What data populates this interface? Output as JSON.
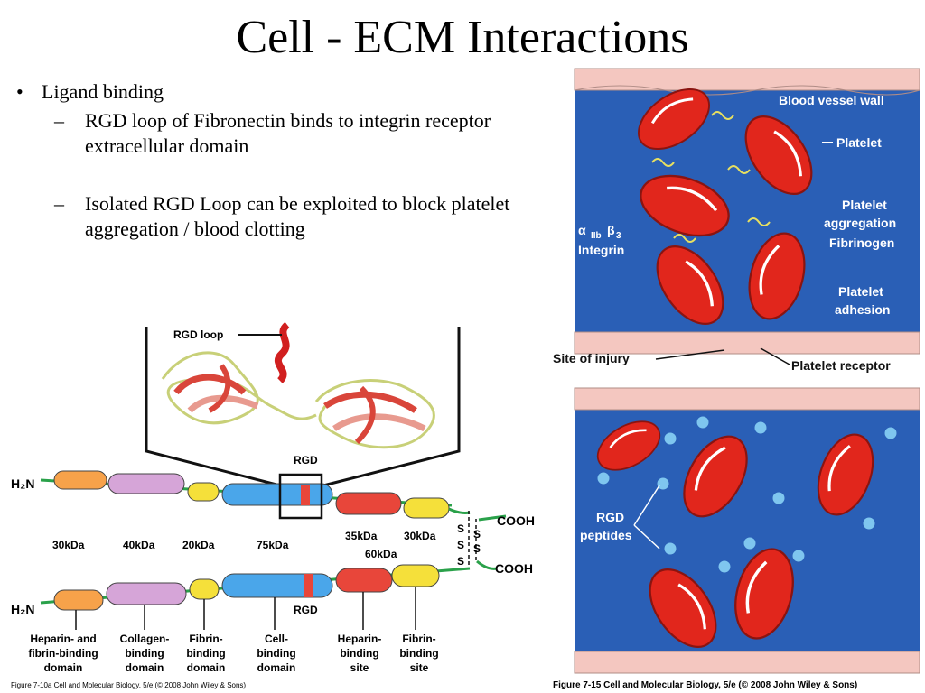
{
  "slide": {
    "title": "Cell - ECM Interactions",
    "bullets": [
      {
        "text": "Ligand binding",
        "marker": "•"
      },
      {
        "text": "RGD loop of Fibronectin binds to integrin receptor extracellular domain",
        "marker": "–"
      },
      {
        "text": "Isolated RGD Loop can be exploited to block platelet aggregation / blood clotting",
        "marker": "–"
      }
    ]
  },
  "fibronectin_figure": {
    "rgd_loop_label": "RGD loop",
    "rgd_label": "RGD",
    "h2n_label": "H₂N",
    "cooh_label": "COOH",
    "ss_label": "S",
    "kda_labels": [
      "30kDa",
      "40kDa",
      "20kDa",
      "75kDa",
      "35kDa",
      "30kDa",
      "60kDa"
    ],
    "domain_labels": [
      [
        "Heparin- and",
        "fibrin-binding",
        "domain"
      ],
      [
        "Collagen-",
        "binding",
        "domain"
      ],
      [
        "Fibrin-",
        "binding",
        "domain"
      ],
      [
        "Cell-",
        "binding",
        "domain"
      ],
      [
        "Heparin-",
        "binding",
        "site"
      ],
      [
        "Fibrin-",
        "binding",
        "site"
      ]
    ],
    "caption": "Figure 7-10a  Cell and Molecular Biology, 5/e (© 2008 John Wiley & Sons)",
    "colors": {
      "orange": "#f7a24a",
      "violet": "#d6a5d8",
      "yellow": "#f5e03a",
      "blue": "#4aa6ea",
      "red": "#e8463a",
      "backbone": "#2aa14a"
    }
  },
  "platelet_figure": {
    "labels_top": {
      "blood_vessel_wall": "Blood vessel wall",
      "platelet": "Platelet",
      "platelet_aggregation": [
        "Platelet",
        "aggregation"
      ],
      "integrin_alpha": "α",
      "integrin_sub": "IIb",
      "integrin_beta": "β",
      "integrin_beta_sub": "3",
      "integrin": "Integrin",
      "fibrinogen": "Fibrinogen",
      "platelet_adhesion": [
        "Platelet",
        "adhesion"
      ],
      "site_of_injury": "Site of injury",
      "platelet_receptor": "Platelet receptor"
    },
    "labels_bottom": {
      "rgd_peptides": [
        "RGD",
        "peptides"
      ]
    },
    "caption": "Figure 7-15  Cell and Molecular Biology, 5/e (© 2008 John Wiley & Sons)",
    "colors": {
      "blood": "#2a5fb6",
      "platelet": "#e1261c",
      "wall": "#f4c7c0",
      "peptide": "#7fc6ef"
    }
  }
}
